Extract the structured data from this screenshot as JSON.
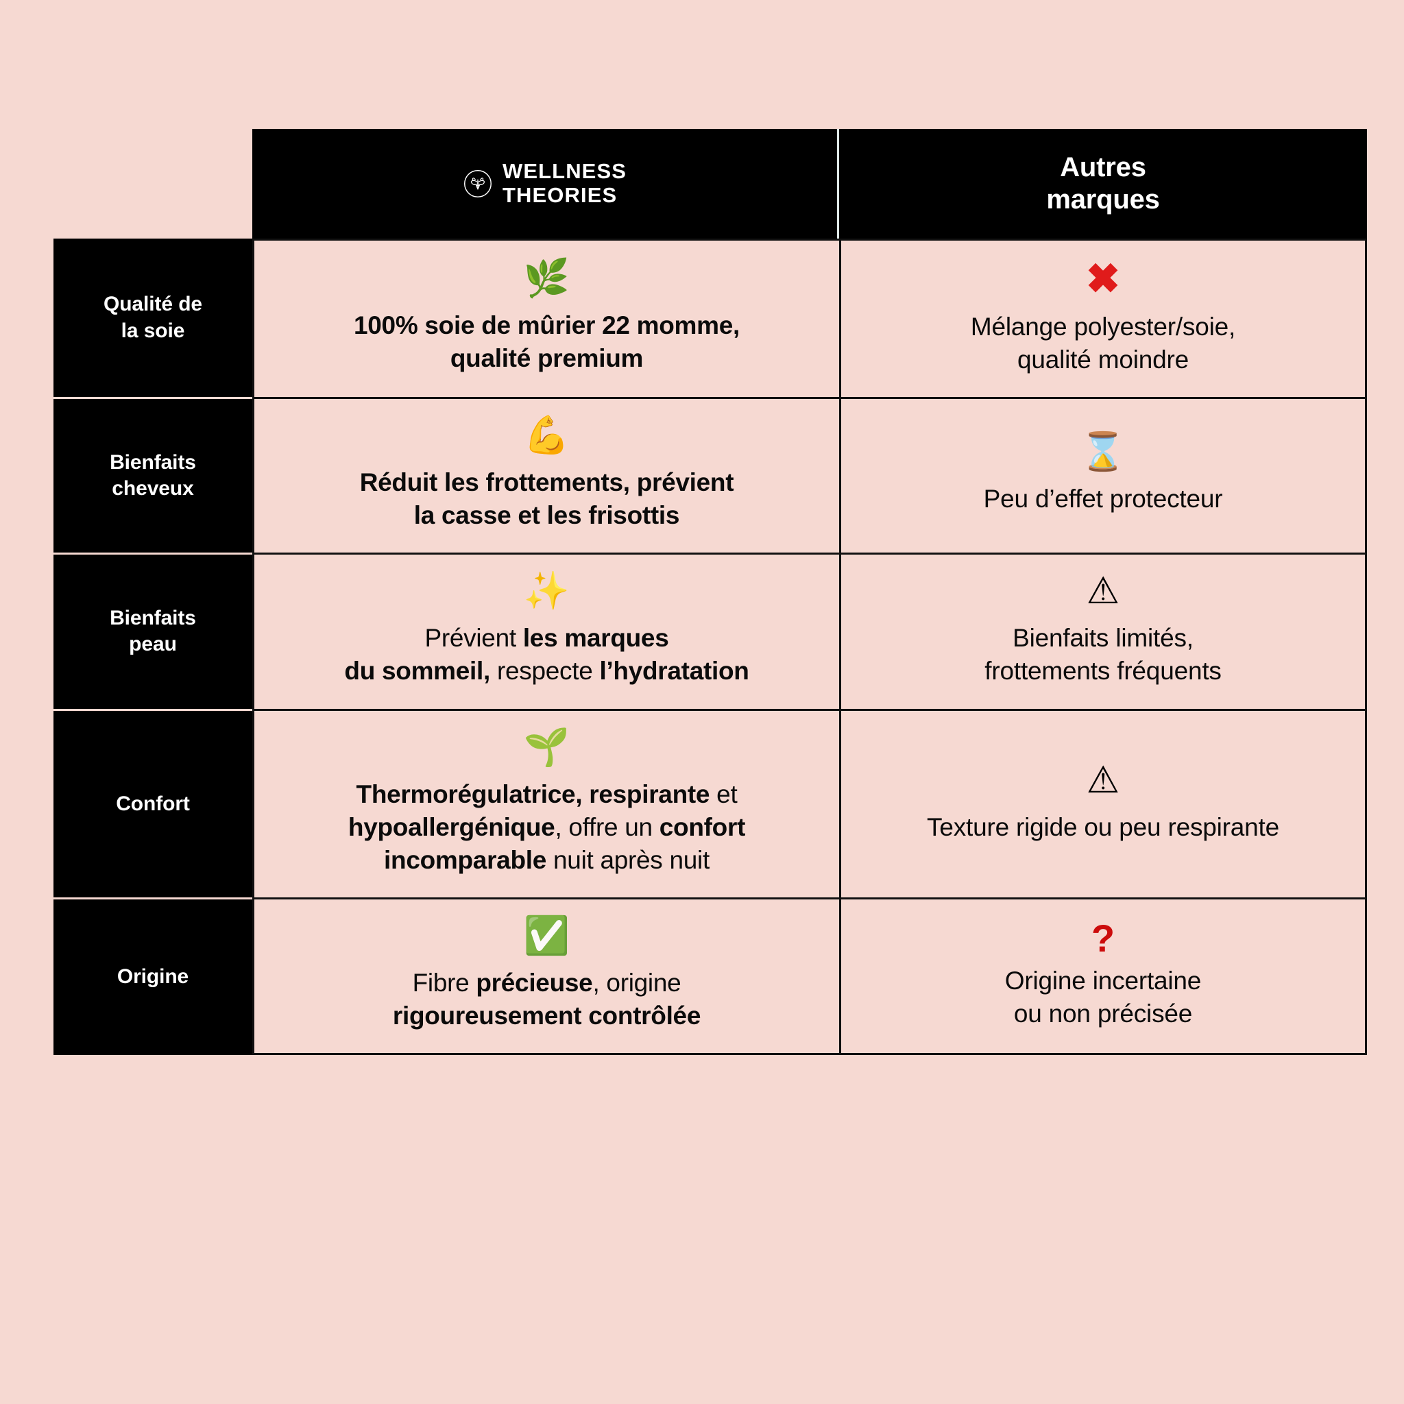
{
  "page": {
    "background_color": "#f6d9d2",
    "header_color": "#000000",
    "border_color": "#111111",
    "accent_red": "#e01b1b"
  },
  "header": {
    "brand_name": "WELLNESS\nTHEORIES",
    "brand_logo_icon": "bee-circle-logo",
    "others_label": "Autres\nmarques"
  },
  "rows": [
    {
      "label": "Qualité de\nla soie",
      "own": {
        "icon": "herb-emoji",
        "icon_glyph": "🌿",
        "segments": [
          {
            "text": "100% soie de mûrier 22 momme, qualité premium",
            "bold": true
          }
        ]
      },
      "other": {
        "icon": "cross-mark-icon",
        "icon_glyph": "✖",
        "text": "Mélange polyester/soie,\nqualité moindre"
      }
    },
    {
      "label": "Bienfaits\ncheveux",
      "own": {
        "icon": "flexed-biceps-emoji",
        "icon_glyph": "💪",
        "segments": [
          {
            "text": "Réduit les frottements, prévient la casse et les frisottis",
            "bold": true
          }
        ]
      },
      "other": {
        "icon": "hourglass-done-emoji",
        "icon_glyph": "⌛",
        "text": "Peu d’effet protecteur"
      }
    },
    {
      "label": "Bienfaits\npeau",
      "own": {
        "icon": "sparkles-emoji",
        "icon_glyph": "✨",
        "segments": [
          {
            "text": "Prévient ",
            "bold": false
          },
          {
            "text": "les marques du sommeil,",
            "bold": true
          },
          {
            "text": " respecte ",
            "bold": false
          },
          {
            "text": "l’hydratation",
            "bold": true
          }
        ]
      },
      "other": {
        "icon": "warning-emoji",
        "icon_glyph": "⚠",
        "text": "Bienfaits limités,\nfrottements fréquents"
      }
    },
    {
      "label": "Confort",
      "own": {
        "icon": "seedling-emoji",
        "icon_glyph": "🌱",
        "segments": [
          {
            "text": "Thermorégulatrice, respirante",
            "bold": true
          },
          {
            "text": " et ",
            "bold": false
          },
          {
            "text": "hypoallergénique",
            "bold": true
          },
          {
            "text": ", offre un ",
            "bold": false
          },
          {
            "text": "confort incomparable",
            "bold": true
          },
          {
            "text": " nuit après nuit",
            "bold": false
          }
        ]
      },
      "other": {
        "icon": "warning-emoji",
        "icon_glyph": "⚠",
        "text": "Texture rigide ou peu respirante"
      }
    },
    {
      "label": "Origine",
      "own": {
        "icon": "check-mark-button-emoji",
        "icon_glyph": "✅",
        "segments": [
          {
            "text": "Fibre ",
            "bold": false
          },
          {
            "text": "précieuse",
            "bold": true
          },
          {
            "text": ", origine ",
            "bold": false
          },
          {
            "text": "rigoureusement contrôlée",
            "bold": true
          }
        ]
      },
      "other": {
        "icon": "question-mark-icon",
        "icon_glyph": "?",
        "text": "Origine incertaine\nou non précisée"
      }
    }
  ]
}
